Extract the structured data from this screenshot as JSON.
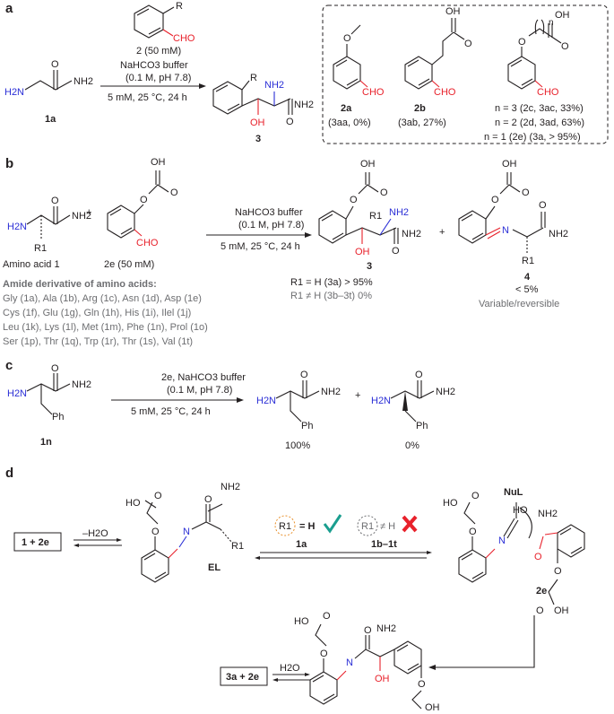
{
  "panel_labels": {
    "a": "a",
    "b": "b",
    "c": "c",
    "d": "d"
  },
  "panel_a": {
    "r_label": "R",
    "cho": "CHO",
    "h2n": "H2N",
    "nh2": "NH2",
    "o": "O",
    "oh": "OH",
    "cmpd_1a": "1a",
    "reagent_2": "2 (50 mM)",
    "buffer1": "NaHCO3 buffer",
    "buffer2": "(0.1 M, pH 7.8)",
    "conditions": "5 mM, 25 °C, 24 h",
    "product": "3",
    "cmpd_2a": "2a",
    "cmpd_2b": "2b",
    "yield_2a": "(3aa, 0%)",
    "yield_2b": "(3ab, 27%)",
    "n_label": "n",
    "yield_2c": "n = 3 (2c, 3ac, 33%)",
    "yield_2d": "n = 2 (2d, 3ad, 63%)",
    "yield_2e": "n = 1 (2e) (3a, > 95%)"
  },
  "panel_b": {
    "amino_acid": "Amino acid 1",
    "aldehyde": "2e (50 mM)",
    "r1": "R1",
    "plus": "+",
    "buffer1": "NaHCO3 buffer",
    "buffer2": "(0.1 M, pH 7.8)",
    "conditions": "5 mM, 25 °C, 24 h",
    "product3": "3",
    "product4": "4",
    "r1_h": "R1 = H (3a) > 95%",
    "r1_not_h": "R1 ≠ H (3b–3t) 0%",
    "imine_yield": "< 5%",
    "imine_note": "Variable/reversible",
    "amide_header": "Amide derivative of amino acids:",
    "amide_rows": [
      "Gly (1a), Ala (1b), Arg (1c), Asn (1d), Asp (1e)",
      "Cys (1f), Glu (1g), Gln (1h), His (1i), Ilel (1j)",
      "Leu (1k), Lys (1l), Met (1m), Phe (1n), Prol (1o)",
      "Ser (1p), Thr (1q), Trp (1r), Thr (1s), Val (1t)"
    ]
  },
  "panel_c": {
    "reagents": "2e, NaHCO3 buffer",
    "buffer2": "(0.1 M, pH 7.8)",
    "conditions": "5 mM, 25 °C, 24 h",
    "cmpd": "1n",
    "ph": "Ph",
    "yield_l": "100%",
    "yield_d": "0%",
    "plus": "+"
  },
  "panel_d": {
    "start_box": "1 + 2e",
    "minus_water": "–H2O",
    "el_label": "EL",
    "nu_label": "NuL",
    "r1_eq_h": "= H",
    "r1_ne_h": "≠ H",
    "r1": "R1",
    "cmpd_1a": "1a",
    "cmpd_range": "1b–1t",
    "cmpd_2e": "2e",
    "end_box": "3a + 2e",
    "water": "H2O",
    "accent_green": "#1a9e8f",
    "accent_red": "#e8212b",
    "accent_orange": "#e8902b"
  }
}
